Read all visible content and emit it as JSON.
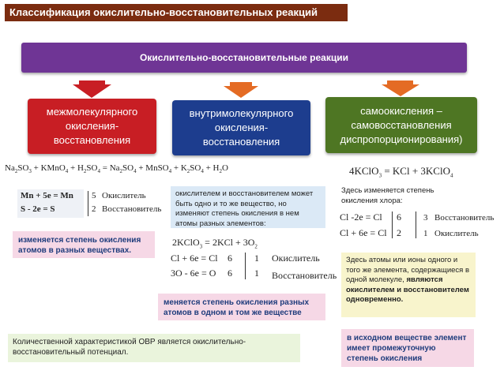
{
  "title": "Классификация окислительно-восстановительных реакций",
  "banner": "Окислительно-восстановительные реакции",
  "colors": {
    "title_bg": "#7b2c10",
    "banner_bg": "#6f3595",
    "arrow_red": "#c81e24",
    "arrow_orange": "#e46b24",
    "box_red": "#c81e24",
    "box_blue": "#1d3d8e",
    "box_green": "#4e7623",
    "note_blue": "#dbe9f6",
    "note_pink": "#f6d8e6",
    "note_yellow": "#f8f4cc",
    "note_lightgreen": "#eaf4dc"
  },
  "types": {
    "inter": "межмолекулярного окисления-восстановления",
    "intra": "внутримолекулярного окисления-восстановления",
    "dispro": "самоокисления – самовосстановления диспропорционирования)"
  },
  "inter_equation": "Na2SO3 + KMnO4 + H2SO4 = Na2SO4 + MnSO4 + K2SO4 + H2O",
  "inter_half": {
    "line1": "Mn + 5e = Mn",
    "line2": "S - 2e = S",
    "n1": "5",
    "n2": "2",
    "role1": "Окислитель",
    "role2": "Восстановитель"
  },
  "inter_note": "изменяется степень окисления атомов в разных веществах.",
  "intra_definition": "окислителем и восстановителем может быть одно и то же вещество, но изменяют степень окисления в нем атомы разных элементов:",
  "intra_equation": "2KClO3 = 2KCl + 3O2",
  "intra_half": {
    "line1": "Cl + 6e = Cl",
    "line2": "3O - 6e = O",
    "n1": "6",
    "n2": "6",
    "c1": "1",
    "c2": "1",
    "role1": "Окислитель",
    "role2": "Восстановитель"
  },
  "intra_note": "меняется степень окисления разных атомов в одном и том же веществе",
  "dispro_equation": "4KClO3 = KCl + 3KClO4",
  "dispro_intro": "Здесь изменяется степень окисления хлора:",
  "dispro_half": {
    "line1": "Cl -2e = Cl",
    "line2": "Cl + 6e = Cl",
    "n1": "6",
    "n2": "2",
    "c1": "3",
    "c2": "1",
    "role1": "Восстановитель",
    "role2": "Окислитель"
  },
  "dispro_definition_plain": "Здесь атомы или ионы одного и того же элемента, содержащиеся в одной молекуле,",
  "dispro_definition_bold": "являются окислителем и восстановителем одновременно.",
  "dispro_note": "в исходном веществе элемент имеет промежуточную степень окисления",
  "potential_note": "Количественной характеристикой ОВР является окислительно-восстановительный потенциал."
}
